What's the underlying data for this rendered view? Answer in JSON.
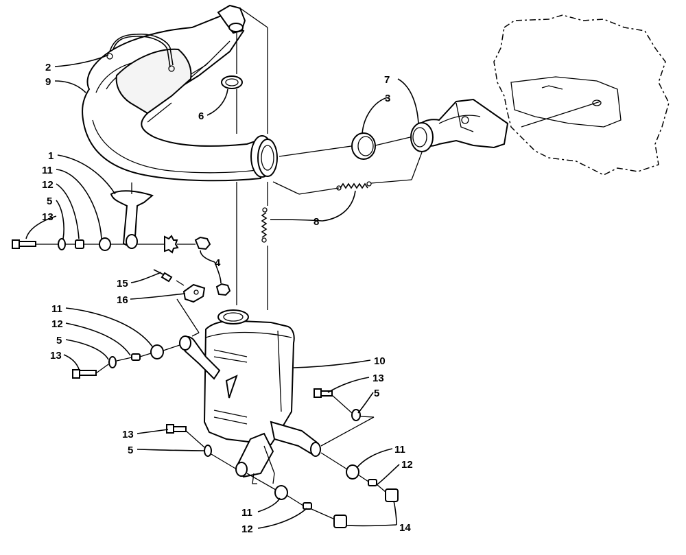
{
  "callouts": [
    {
      "id": "c1a",
      "text": "2"
    },
    {
      "id": "c1b",
      "text": "9"
    },
    {
      "id": "c1c",
      "text": "1"
    },
    {
      "id": "c1d",
      "text": "11"
    },
    {
      "id": "c1e",
      "text": "12"
    },
    {
      "id": "c1f",
      "text": "5"
    },
    {
      "id": "c1g",
      "text": "13"
    },
    {
      "id": "c1h",
      "text": "6"
    },
    {
      "id": "c1i",
      "text": "7"
    },
    {
      "id": "c1j",
      "text": "3"
    },
    {
      "id": "c1k",
      "text": "8"
    },
    {
      "id": "c1l",
      "text": "4"
    },
    {
      "id": "c1m",
      "text": "15"
    },
    {
      "id": "c1n",
      "text": "16"
    },
    {
      "id": "c2a",
      "text": "11"
    },
    {
      "id": "c2b",
      "text": "12"
    },
    {
      "id": "c2c",
      "text": "5"
    },
    {
      "id": "c2d",
      "text": "13"
    },
    {
      "id": "c2e",
      "text": "10"
    },
    {
      "id": "c2f",
      "text": "13"
    },
    {
      "id": "c2g",
      "text": "5"
    },
    {
      "id": "c2h",
      "text": "13"
    },
    {
      "id": "c2i",
      "text": "5"
    },
    {
      "id": "c2j",
      "text": "11"
    },
    {
      "id": "c2k",
      "text": "12"
    },
    {
      "id": "c2l",
      "text": "11"
    },
    {
      "id": "c2m",
      "text": "12"
    },
    {
      "id": "c2n",
      "text": "14"
    }
  ]
}
